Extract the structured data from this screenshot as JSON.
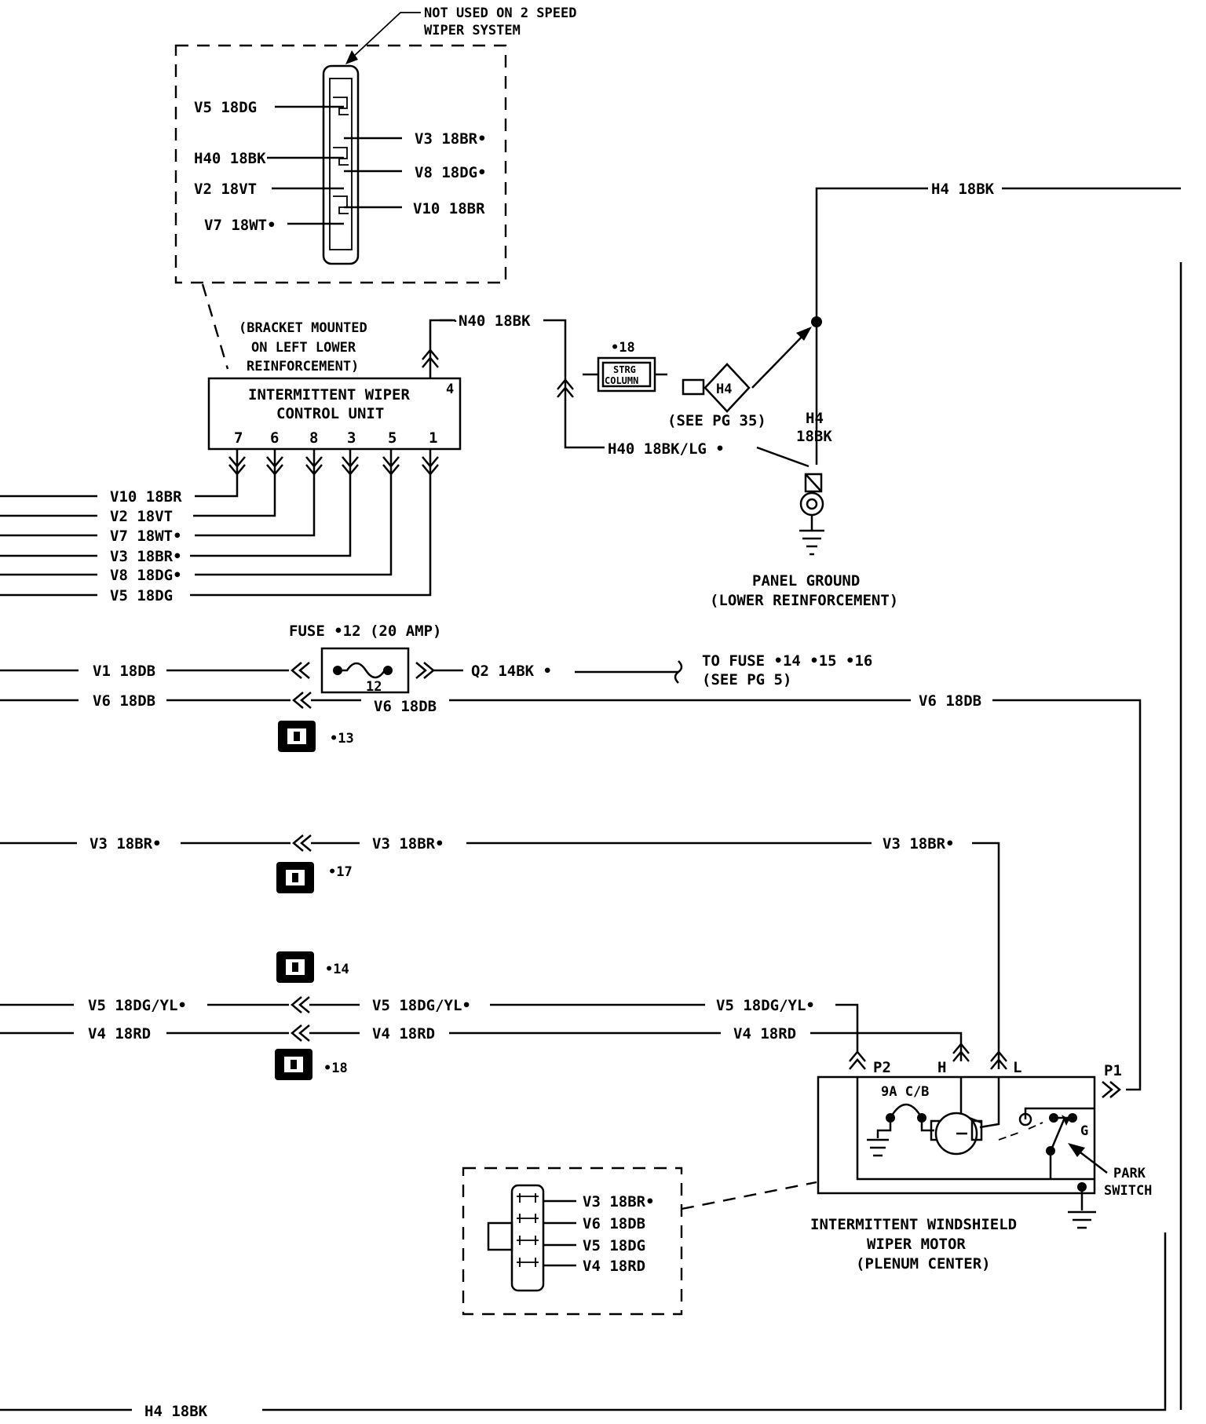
{
  "top_connector": {
    "note_line1": "NOT USED ON 2 SPEED",
    "note_line2": "WIPER SYSTEM",
    "wires_left": [
      "V5 18DG",
      "H40 18BK",
      "V2 18VT",
      "V7 18WT•"
    ],
    "wires_right": [
      "V3 18BR•",
      "V8 18DG•",
      "V10 18BR"
    ]
  },
  "control_unit": {
    "bracket_line1": "(BRACKET MOUNTED",
    "bracket_line2": "ON LEFT LOWER",
    "bracket_line3": "REINFORCEMENT)",
    "name_line1": "INTERMITTENT WIPER",
    "name_line2": "CONTROL UNIT",
    "pin4": "4",
    "pins": [
      "7",
      "6",
      "8",
      "3",
      "5",
      "1"
    ]
  },
  "left_wires": [
    "V10 18BR",
    "V2 18VT",
    "V7 18WT•",
    "V3 18BR•",
    "V8 18DG•",
    "V5 18DG"
  ],
  "ground_section": {
    "n40": "N40 18BK",
    "h40": "H40 18BK/LG •",
    "splice_num": "•18",
    "splice_label1": "STRG",
    "splice_label2": "COLUMN",
    "h4_symbol": "H4",
    "see_page": "(SEE PG 35)",
    "h4_vert1": "H4",
    "h4_vert2": "18BK",
    "h4_top": "H4 18BK",
    "ground_line1": "PANEL GROUND",
    "ground_line2": "(LOWER REINFORCEMENT)"
  },
  "fuse": {
    "label": "FUSE •12 (20 AMP)",
    "number": "12",
    "v1": "V1 18DB",
    "q2": "Q2 14BK •",
    "to_fuse1": "TO FUSE •14 •15 •16",
    "to_fuse2": "(SEE PG 5)"
  },
  "v6": {
    "left": "V6 18DB",
    "mid": "V6 18DB",
    "right": "V6 18DB"
  },
  "v3": {
    "left": "V3 18BR•",
    "mid": "V3 18BR•",
    "right": "V3 18BR•"
  },
  "v5": {
    "left": "V5 18DG/YL•",
    "mid": "V5 18DG/YL•",
    "right": "V5 18DG/YL•"
  },
  "v4": {
    "left": "V4 18RD",
    "mid": "V4 18RD",
    "right": "V4 18RD"
  },
  "connectors": [
    "•13",
    "•17",
    "•14",
    "•18"
  ],
  "motor": {
    "p2": "P2",
    "h": "H",
    "l": "L",
    "p1": "P1",
    "breaker": "9A C/B",
    "g": "G",
    "park1": "PARK",
    "park2": "SWITCH",
    "name_line1": "INTERMITTENT WINDSHIELD",
    "name_line2": "WIPER MOTOR",
    "name_line3": "(PLENUM CENTER)"
  },
  "bottom_connector": {
    "wires": [
      "V3 18BR•",
      "V6 18DB",
      "V5 18DG",
      "V4 18RD"
    ]
  },
  "bottom_h4": "H4 18BK"
}
